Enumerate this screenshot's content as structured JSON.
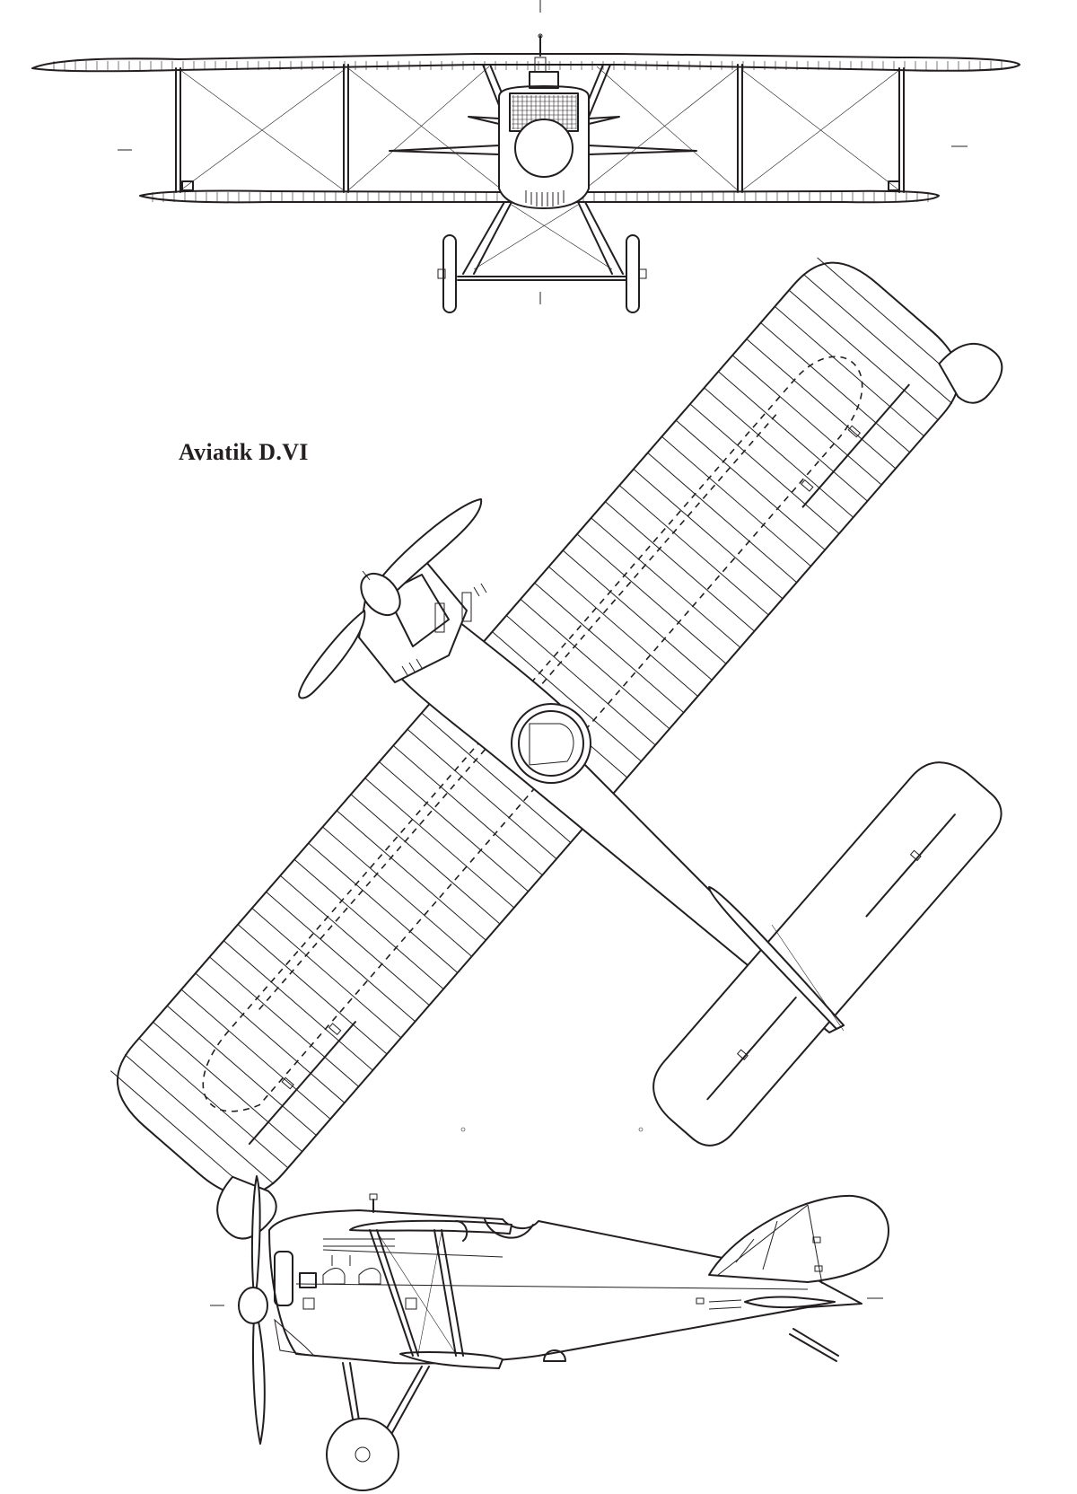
{
  "drawing": {
    "title": "Aviatik D.VI",
    "views": [
      {
        "name": "front-view"
      },
      {
        "name": "top-view"
      },
      {
        "name": "side-view"
      }
    ],
    "ink_color": "#231f20",
    "paper_color": "#ffffff"
  }
}
